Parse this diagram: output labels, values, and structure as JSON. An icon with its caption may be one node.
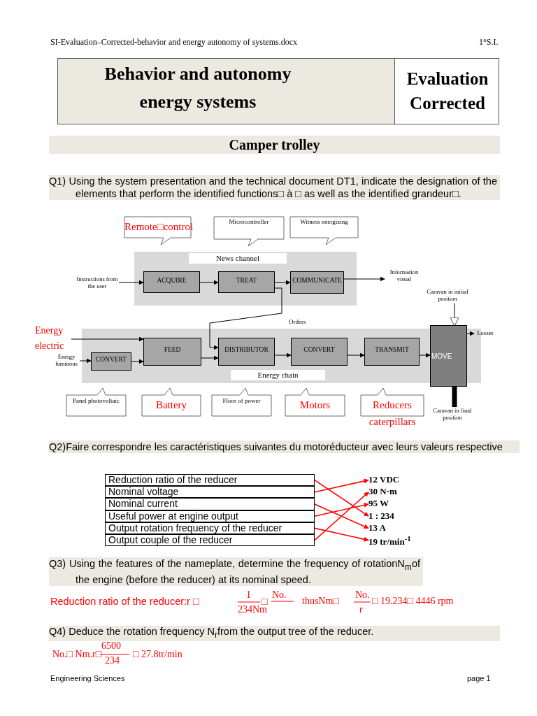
{
  "diagram": {
    "title": "Behavior and autonomy energy systems",
    "nodes": [
      {
        "text": [
          "News channel"
        ]
      },
      {
        "text": [
          "ACQUIRE"
        ],
        "in": 0
      },
      {
        "text": [
          "TREAT"
        ],
        "in": 0
      },
      {
        "text": [
          "COMMUNICATE"
        ],
        "in": 0
      },
      {
        "text": [
          "Energy chain"
        ]
      },
      {
        "text": [
          "CONVERT"
        ],
        "in": 4
      },
      {
        "text": [
          "FEED"
        ],
        "in": 4
      },
      {
        "text": [
          "DISTRIBUTOR"
        ],
        "in": 4
      },
      {
        "text": [
          "CONVERT"
        ],
        "in": 4
      },
      {
        "text": [
          "TRANSMIT"
        ],
        "in": 4
      },
      {
        "text": [
          "MOVE"
        ]
      },
      {
        "text": [
          "Remote□control"
        ]
      },
      {
        "text": [
          "Microcontroller"
        ]
      },
      {
        "text": [
          "Witness energizing"
        ]
      },
      {
        "text": [
          "Panel photovoltaic"
        ]
      },
      {
        "text": [
          "Battery"
        ]
      },
      {
        "text": [
          "Floor of power"
        ]
      },
      {
        "text": [
          "Motors"
        ]
      },
      {
        "text": [
          "Reducers caterpillars"
        ]
      },
      {
        "text": [
          "Instructions from the user"
        ]
      },
      {
        "text": [
          "Information visual"
        ]
      },
      {
        "text": [
          "Energy electric"
        ]
      },
      {
        "text": [
          "Energy luminous"
        ]
      },
      {
        "text": [
          "Losses"
        ]
      },
      {
        "text": [
          "Caravan in initial position"
        ]
      },
      {
        "text": [
          "Caravan in final position"
        ]
      },
      {
        "text": [
          "Reduction ratio of the reducer"
        ]
      },
      {
        "text": [
          "Nominal voltage"
        ]
      },
      {
        "text": [
          "Nominal current"
        ]
      },
      {
        "text": [
          "Useful power at engine output"
        ]
      },
      {
        "text": [
          "Output rotation frequency of the reducer"
        ]
      },
      {
        "text": [
          "Output couple of the reducer"
        ]
      },
      {
        "text": [
          "12 VDC"
        ]
      },
      {
        "text": [
          "30 N·m"
        ]
      },
      {
        "text": [
          "95 W"
        ]
      },
      {
        "text": [
          "1 : 234"
        ]
      },
      {
        "text": [
          "13 A"
        ]
      },
      {
        "text": [
          "19 tr/min$^{-1}$"
        ]
      }
    ],
    "edges": [
      {
        "from": 19,
        "to": 1,
        "arrow": "to"
      },
      {
        "from": 1,
        "to": 2,
        "arrow": "to"
      },
      {
        "from": 2,
        "to": 3,
        "arrow": "to"
      },
      {
        "from": 3,
        "to": 20,
        "arrow": "to"
      },
      {
        "from": 2,
        "to": 7,
        "arrow": "to",
        "label": "Orders"
      },
      {
        "from": 21,
        "to": 6,
        "arrow": "to"
      },
      {
        "from": 22,
        "to": 5,
        "arrow": "to"
      },
      {
        "from": 5,
        "to": 6,
        "arrow": "to"
      },
      {
        "from": 6,
        "to": 7,
        "arrow": "to"
      },
      {
        "from": 7,
        "to": 8,
        "arrow": "to"
      },
      {
        "from": 8,
        "to": 9,
        "arrow": "to"
      },
      {
        "from": 9,
        "to": 10,
        "arrow": "to"
      },
      {
        "from": 10,
        "to": 23,
        "arrow": "to"
      },
      {
        "from": 24,
        "to": 10,
        "arrow": "to"
      },
      {
        "from": 10,
        "to": 25,
        "arrow": "to",
        "style": "thick"
      },
      {
        "from": 26,
        "to": 35,
        "arrow": "to",
        "color": "#ff0000"
      },
      {
        "from": 27,
        "to": 32,
        "arrow": "to",
        "color": "#ff0000"
      },
      {
        "from": 28,
        "to": 36,
        "arrow": "to",
        "color": "#ff0000"
      },
      {
        "from": 29,
        "to": 34,
        "arrow": "to",
        "color": "#ff0000"
      },
      {
        "from": 30,
        "to": 37,
        "arrow": "to",
        "color": "#ff0000"
      },
      {
        "from": 31,
        "to": 33,
        "arrow": "to",
        "color": "#ff0000"
      }
    ],
    "labels": [
      "SI-Evaluation–Corrected-behavior and energy autonomy of systems.docx",
      "1°S.I.",
      "Evaluation Corrected",
      "Camper trolley",
      "Q1) Using the system presentation and the technical document DT1, indicate the designation of the elements that perform the identified functions□ à □ as well as the identified grandeur□.",
      "Q2)Faire correspondre les caractéristiques suivantes du motoréducteur avec leurs valeurs respective",
      "Q3) Using the features of the nameplate, determine the frequency of rotationN$_{m}$of the engine (before the reducer) at its nominal speed.",
      "Reduction ratio of the reducer:r □",
      "1",
      "234Nm",
      "□",
      "No.",
      "thusNm□",
      "No.",
      "r",
      "□ 19.234□ 4446 rpm",
      "Q4) Deduce the rotation frequency N$_{r}$from the output tree of the reducer.",
      "No.□ Nm.r□",
      "6500",
      "234",
      "□ 27.8tr/min",
      "Engineering Sciences",
      "page 1"
    ]
  }
}
